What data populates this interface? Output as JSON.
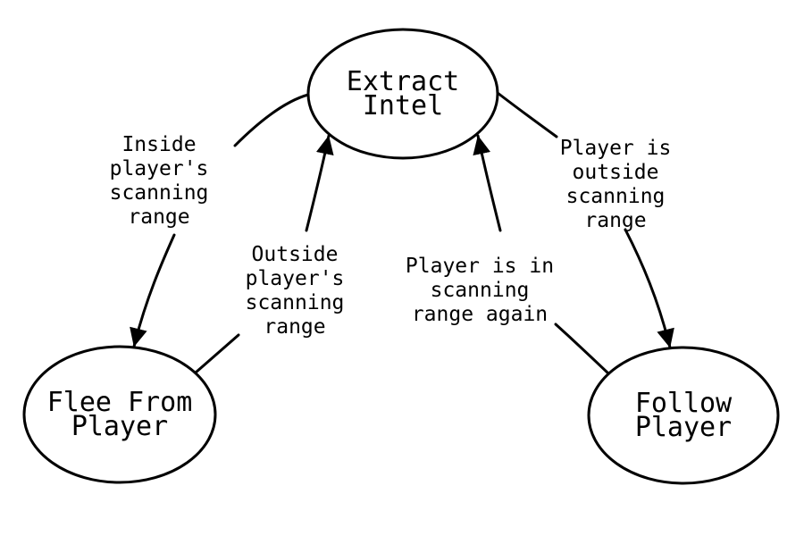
{
  "diagram": {
    "type": "state-machine",
    "colors": {
      "background": "#ffffff",
      "stroke": "#000000",
      "text": "#000000"
    },
    "nodes": [
      {
        "id": "extract-intel",
        "label_lines": [
          "Extract",
          "Intel"
        ]
      },
      {
        "id": "flee-from-player",
        "label_lines": [
          "Flee From",
          "Player"
        ]
      },
      {
        "id": "follow-player",
        "label_lines": [
          "Follow",
          "Player"
        ]
      }
    ],
    "edges": [
      {
        "from": "extract-intel",
        "to": "flee-from-player",
        "label_lines": [
          "Inside",
          "player's",
          "scanning",
          "range"
        ]
      },
      {
        "from": "flee-from-player",
        "to": "extract-intel",
        "label_lines": [
          "Outside",
          "player's",
          "scanning",
          "range"
        ]
      },
      {
        "from": "follow-player",
        "to": "extract-intel",
        "label_lines": [
          "Player is in",
          "scanning",
          "range again"
        ]
      },
      {
        "from": "extract-intel",
        "to": "follow-player",
        "label_lines": [
          "Player is",
          "outside",
          "scanning",
          "range"
        ]
      }
    ]
  }
}
